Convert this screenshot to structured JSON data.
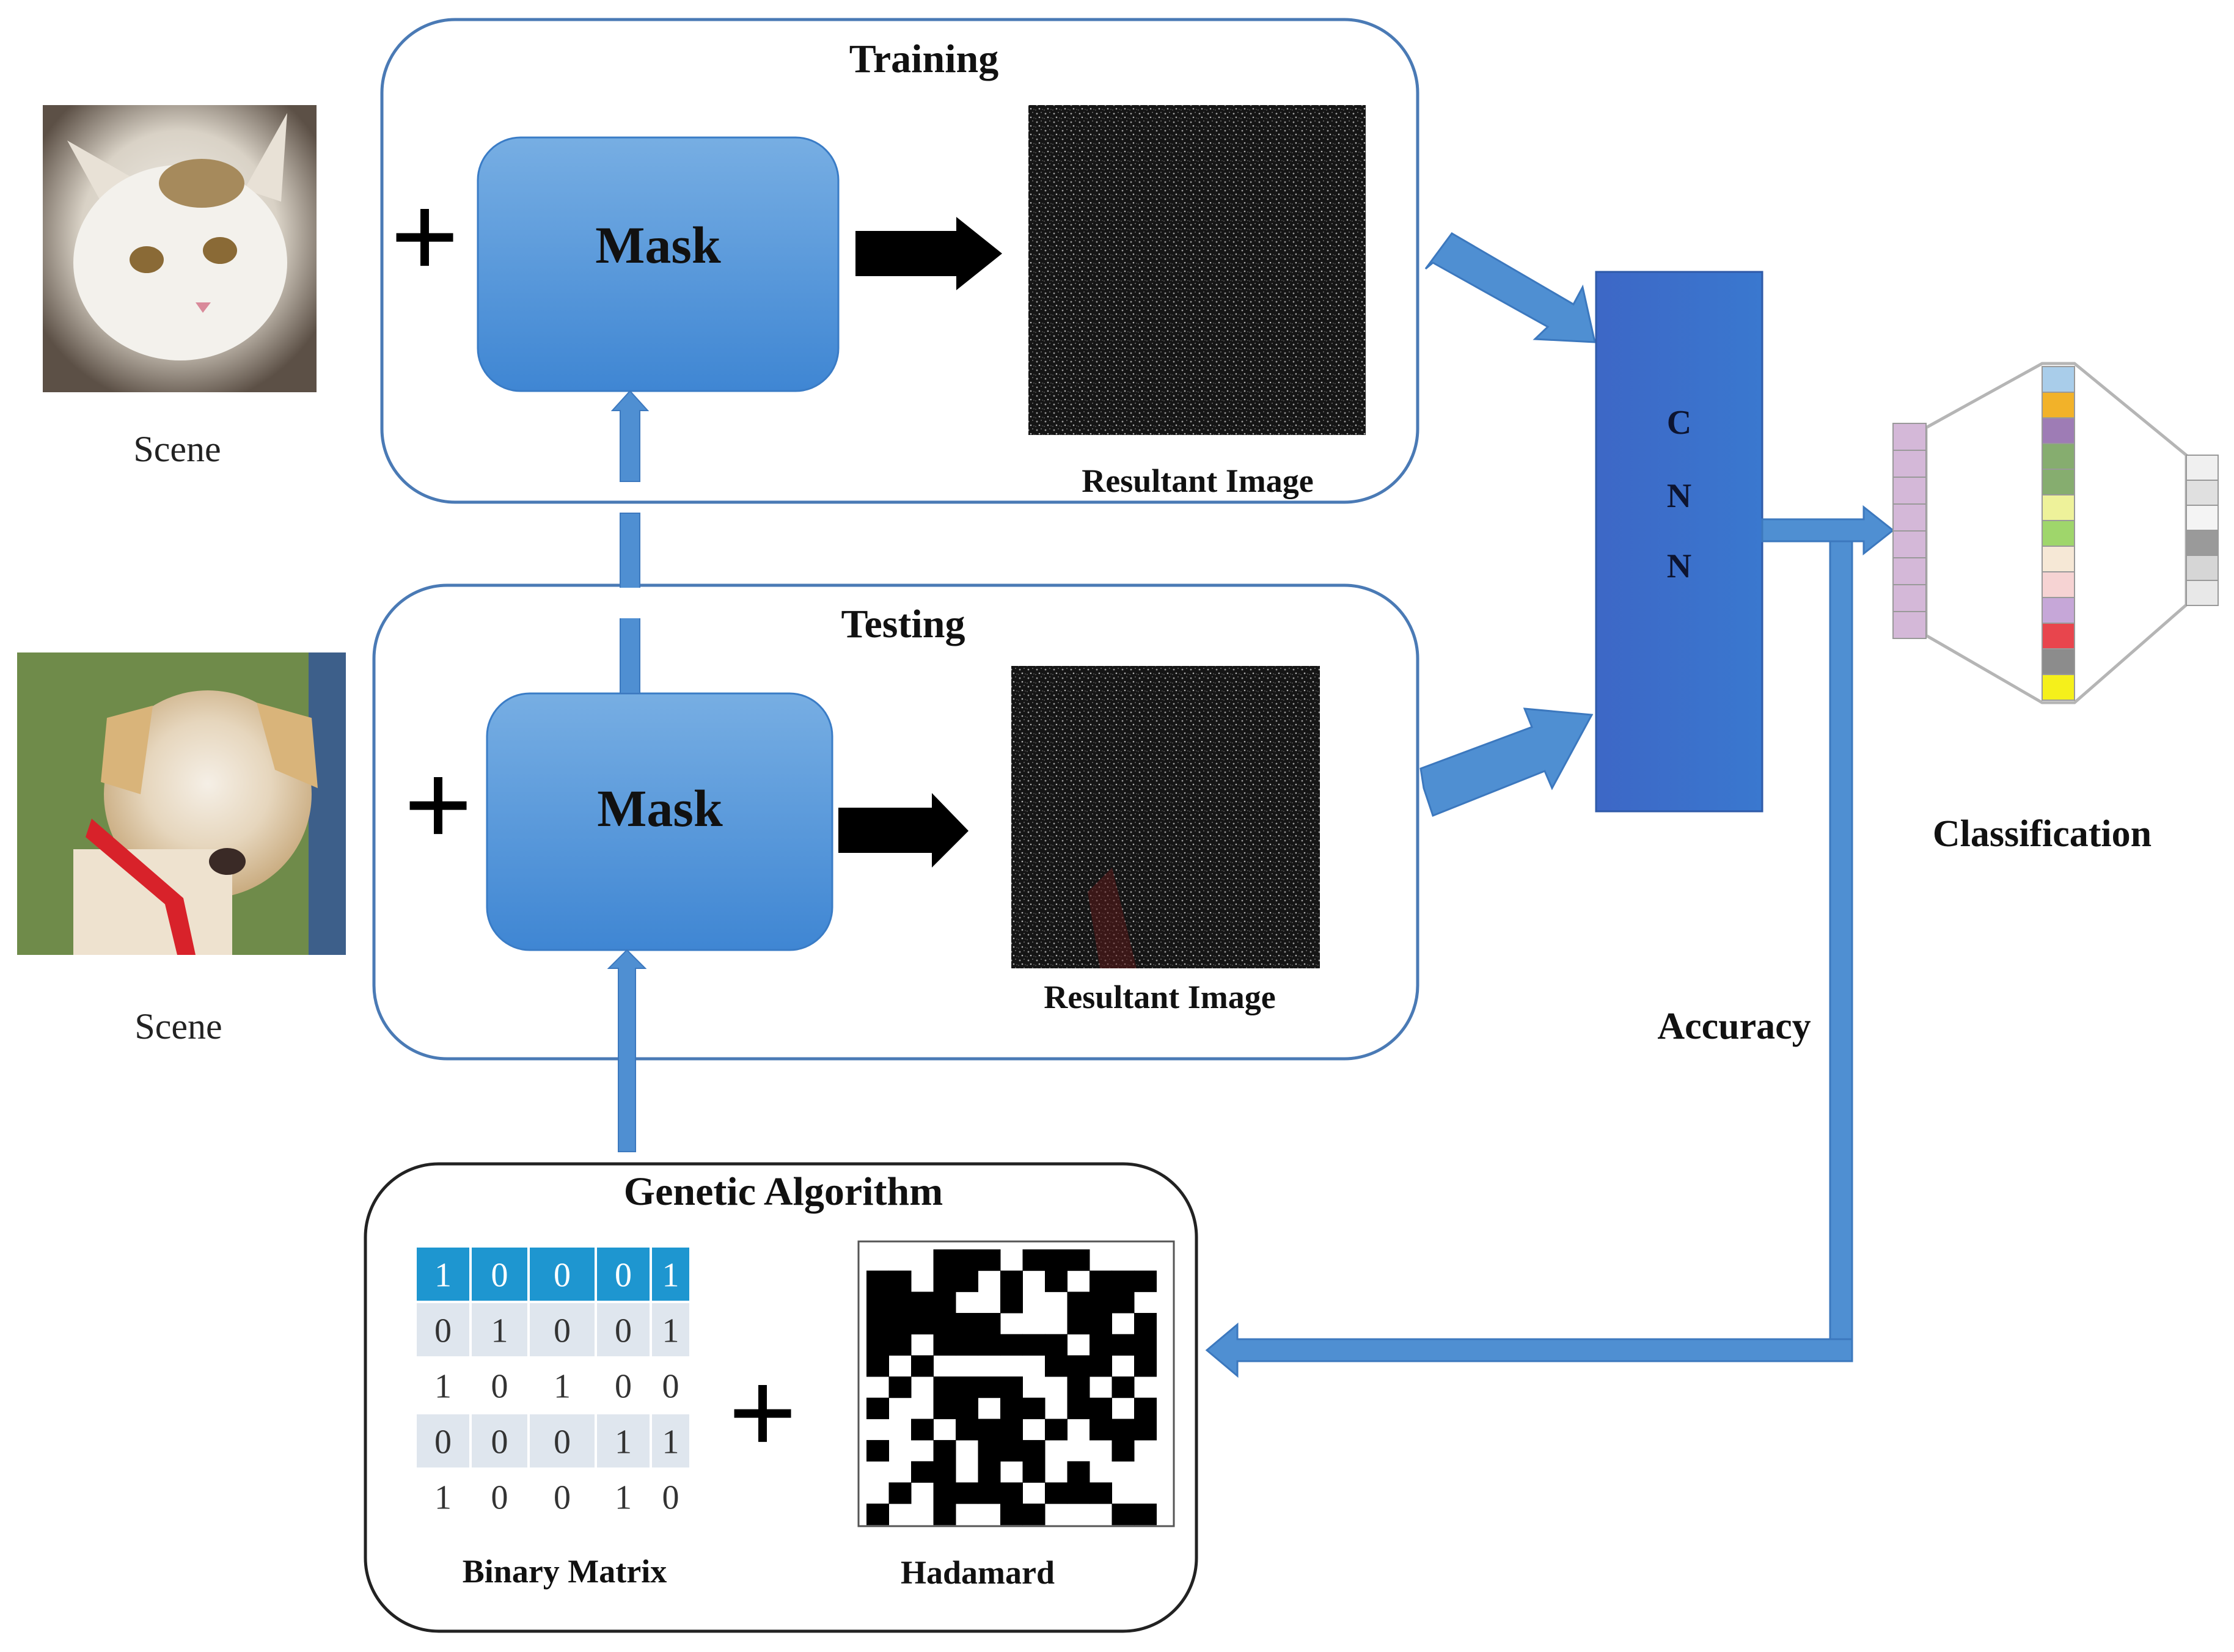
{
  "colors": {
    "panel_border": "#4a7ab5",
    "ga_border": "#222222",
    "mask_fill_top": "#77aee3",
    "mask_fill_bottom": "#3f86d3",
    "cnn_fill": "#3b6fc8",
    "arrow_blue": "#4f8fd2",
    "arrow_black": "#000000",
    "matrix_header": "#1e96d0",
    "matrix_row_alt": "#dfe6ee"
  },
  "training": {
    "title": "Training",
    "mask_label": "Mask",
    "result_label": "Resultant Image"
  },
  "testing": {
    "title": "Testing",
    "mask_label": "Mask",
    "result_label": "Resultant Image"
  },
  "scenes": {
    "cat_label": "Scene",
    "dog_label": "Scene"
  },
  "cnn": {
    "letters": [
      "C",
      "N",
      "N"
    ]
  },
  "classification": {
    "label": "Classification",
    "input_cells": [
      "#d4b8d8",
      "#d4b8d8",
      "#d4b8d8",
      "#d4b8d8",
      "#d4b8d8",
      "#d4b8d8",
      "#d4b8d8",
      "#d4b8d8"
    ],
    "middle_cells": [
      "#a9cdea",
      "#f2b229",
      "#9e7cb5",
      "#86ad6f",
      "#86ad6f",
      "#eef29a",
      "#9fd66b",
      "#f6e8d6",
      "#f6d3d3",
      "#c6a7d8",
      "#e8454d",
      "#8c8c8c",
      "#f5f01b"
    ],
    "output_cells": [
      "#f0f0f0",
      "#e0e0e0",
      "#f4f4f4",
      "#9a9a9a",
      "#d6d6d6",
      "#e8e8e8"
    ]
  },
  "accuracy": {
    "label": "Accuracy"
  },
  "ga": {
    "title": "Genetic Algorithm",
    "binary_label": "Binary Matrix",
    "hadamard_label": "Hadamard",
    "plus": "+",
    "binary_matrix": [
      [
        "1",
        "0",
        "0",
        "0",
        "1"
      ],
      [
        "0",
        "1",
        "0",
        "0",
        "1"
      ],
      [
        "1",
        "0",
        "1",
        "0",
        "0"
      ],
      [
        "0",
        "0",
        "0",
        "1",
        "1"
      ],
      [
        "1",
        "0",
        "0",
        "1",
        "0"
      ]
    ],
    "hadamard_pattern": [
      "0001110111000",
      "1101101010111",
      "1111001001110",
      "1111110001101",
      "1101111110111",
      "1010000011101",
      "0101111001010",
      "1001101101101",
      "0010111010111",
      "1001011100010",
      "0011010101000",
      "0101111011100",
      "1001001100011"
    ]
  },
  "plus_signs": {
    "training": "+",
    "testing": "+"
  }
}
